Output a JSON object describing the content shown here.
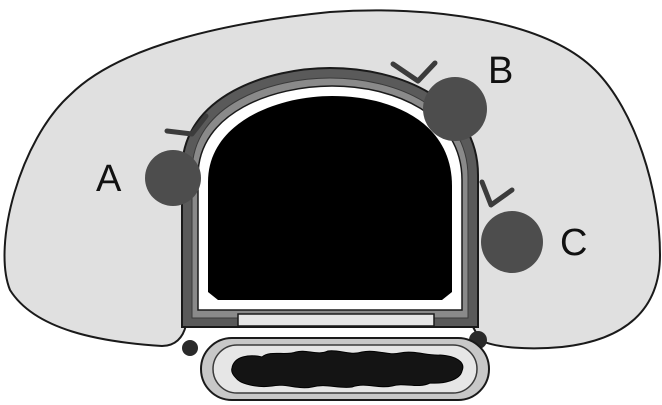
{
  "labels": {
    "a": "A",
    "b": "B",
    "c": "C"
  },
  "colors": {
    "outer_body": "#e0e0e0",
    "outline": "#1a1a1a",
    "wall": "#5a5a5a",
    "lumen": "#000000",
    "white_band": "#ffffff",
    "nodule": "#4d4d4d",
    "lower_organ": "#c8c8c8",
    "lower_ring": "#e6e6e6",
    "lower_content": "#141414"
  },
  "markers": [
    {
      "name": "marker-a",
      "type": "chevron"
    },
    {
      "name": "marker-b",
      "type": "chevron"
    },
    {
      "name": "marker-c",
      "type": "chevron"
    }
  ]
}
